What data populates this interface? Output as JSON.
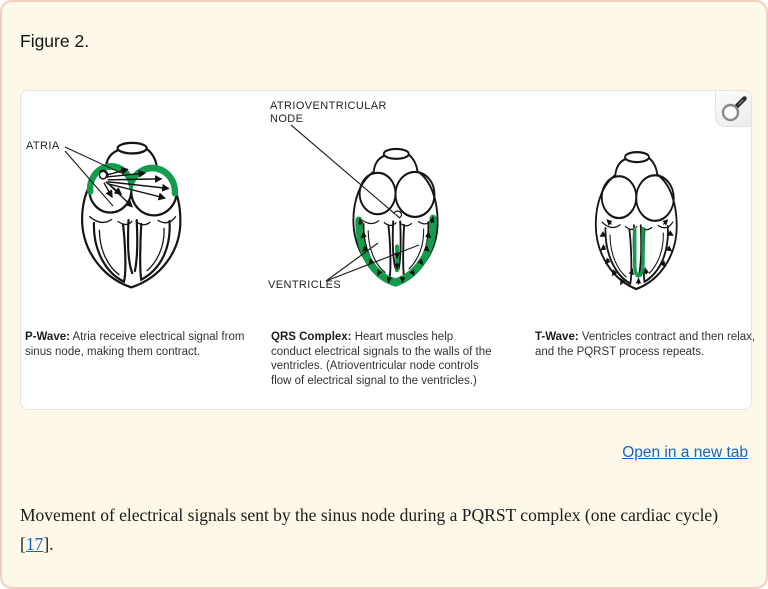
{
  "page": {
    "background_color": "#fdf8e8",
    "border_color": "#f2cfbc",
    "accent_green": "#129c4c",
    "link_color": "#1565c0"
  },
  "figure": {
    "title": "Figure 2.",
    "open_link_label": "Open in a new tab",
    "caption": {
      "prefix": "Movement of electrical signals sent by the sinus node during a PQRST complex (one cardiac cycle) [",
      "ref": "17",
      "suffix": "]."
    }
  },
  "diagram": {
    "labels": {
      "atria": "ATRIA",
      "av_node": "ATRIOVENTRICULAR NODE",
      "ventricles": "VENTRICLES"
    },
    "panels": [
      {
        "term": "P-Wave:",
        "text": "Atria receive electrical signal from sinus node, making them contract."
      },
      {
        "term": "QRS Complex:",
        "text": "Heart muscles help conduct electrical signals to the walls of the ventricles. (Atrioventricular node controls flow of electrical signal to the ventricles.)"
      },
      {
        "term": "T-Wave:",
        "text": "Ventricles contract and then relax, and the PQRST process repeats."
      }
    ]
  }
}
